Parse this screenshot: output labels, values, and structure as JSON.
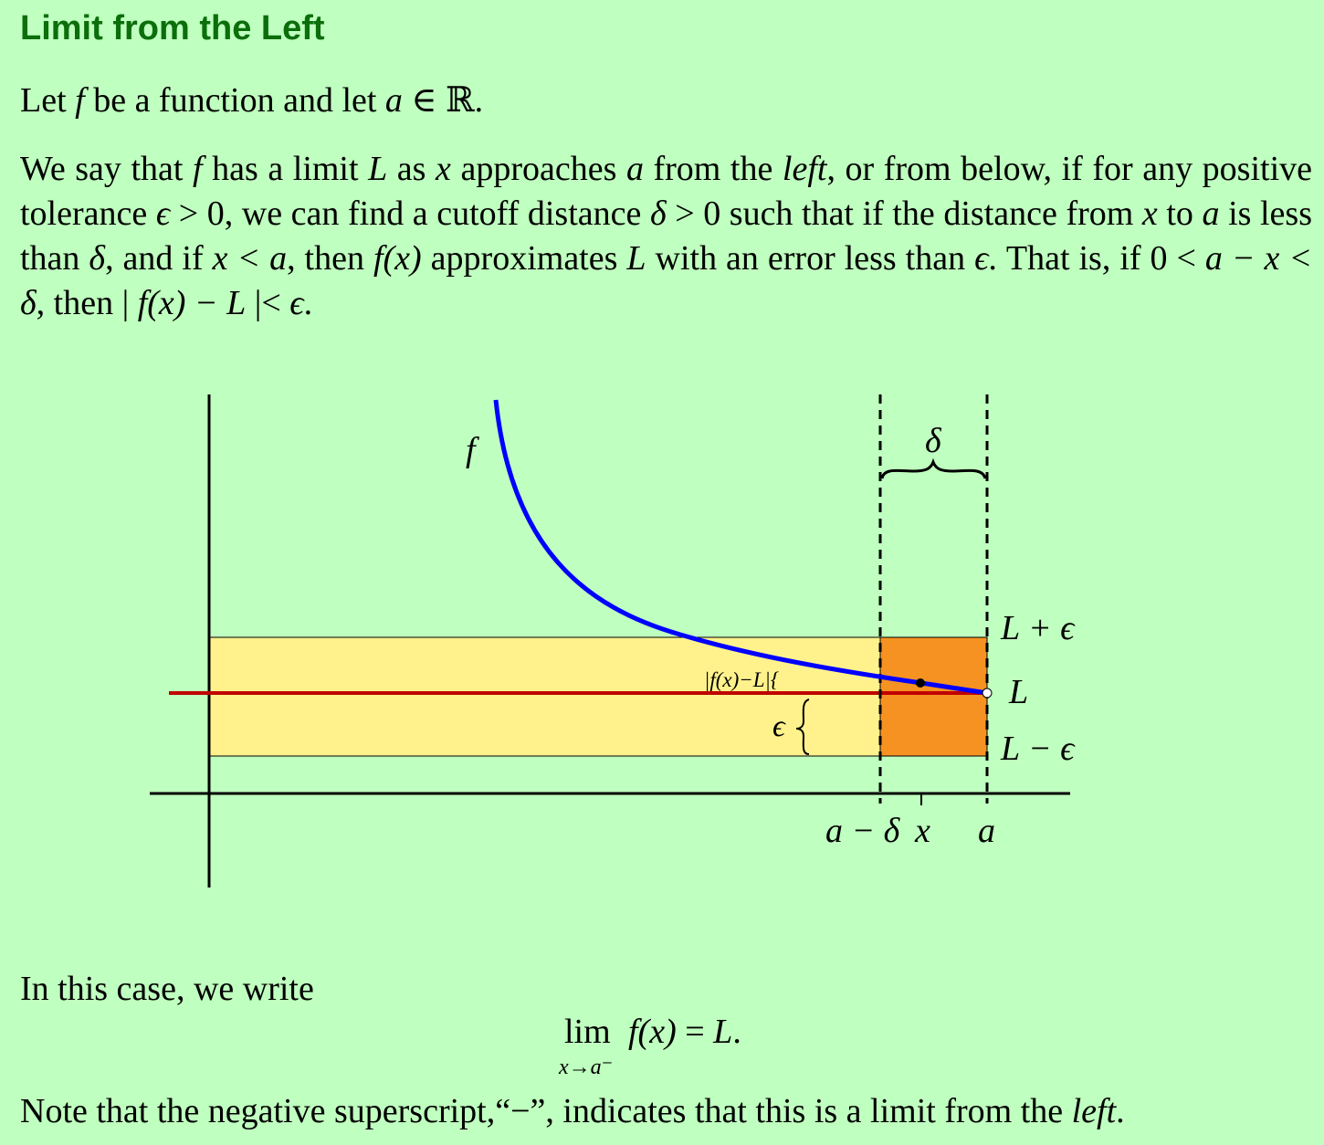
{
  "title": "Limit from the Left",
  "intro": {
    "t1": "Let ",
    "f": "f",
    "t2": " be a function and let ",
    "a": "a",
    "t3": " ∈ ℝ."
  },
  "definition": {
    "s1": "We say that ",
    "f": "f",
    "s2": " has a limit ",
    "L": "L",
    "s3": " as ",
    "x": "x",
    "s4": " approaches ",
    "a": "a",
    "s5": " from the ",
    "left": "left",
    "s6": ", or from below, if for any positive tolerance ",
    "eps": "ϵ",
    "s7": " > 0, we can find a cutoff distance ",
    "delta": "δ",
    "s8": " > 0 such that if the distance from ",
    "x2": "x",
    "s9": " to ",
    "a2": "a",
    "s10": " is less than ",
    "delta2": "δ",
    "s11": ", and if ",
    "cond": "x < a",
    "s12": ", then ",
    "fx": "f(x)",
    "s13": " approximates ",
    "L2": "L",
    "s14": " with an error less than ",
    "eps2": "ϵ",
    "s15": ". That is, if 0 < ",
    "ineq": "a − x < δ",
    "s16": ", then | ",
    "abs": "f(x) − L",
    "s17": " |< ",
    "eps3": "ϵ",
    "s18": "."
  },
  "figure": {
    "f_label": "f",
    "delta_label": "δ",
    "L_plus_eps": "L + ϵ",
    "L_label": "L",
    "L_minus_eps": "L − ϵ",
    "abs_label": "|f(x)−L|{",
    "eps_label": "ϵ",
    "a_minus_delta": "a − δ",
    "x_label": "x",
    "a_label": "a",
    "colors": {
      "background": "#bfffbf",
      "band": "#fff28c",
      "box": "#f69222",
      "curve": "#0000ff",
      "limit_line": "#c00000"
    }
  },
  "conclusion": {
    "text": "In this case, we write"
  },
  "formula": {
    "lim": "lim",
    "sub": "x→a⁻",
    "fx": "f(x)",
    "eq": " = ",
    "L": "L",
    "end": "."
  },
  "note": {
    "t1": "Note that the negative superscript,“−”, indicates that this is a limit from the ",
    "left": "left",
    "t2": "."
  }
}
